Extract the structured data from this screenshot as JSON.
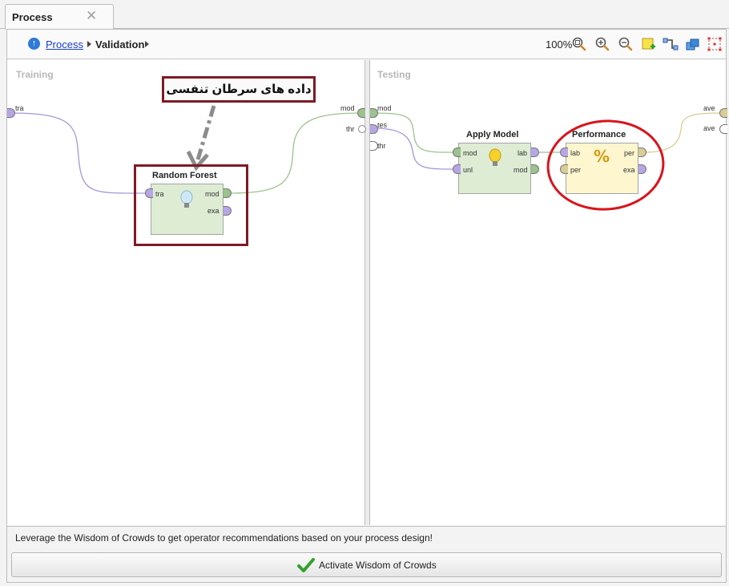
{
  "tab": {
    "title": "Process",
    "close_glyph": "✕"
  },
  "breadcrumb": {
    "icon": "up-arrow-icon",
    "items": [
      "Process",
      "Validation"
    ]
  },
  "toolbar": {
    "zoom": "100%",
    "icons": [
      "zoom-fit-icon",
      "zoom-in-icon",
      "zoom-out-icon",
      "add-note-icon",
      "auto-wire-icon",
      "arrange-icon",
      "layout-icon"
    ]
  },
  "panels": {
    "training": {
      "label": "Training",
      "left_ports": [
        "tra"
      ],
      "right_ports": [
        "mod"
      ]
    },
    "testing": {
      "label": "Testing",
      "left_ports": [
        "mod",
        "tes",
        "thr"
      ],
      "right_ports": [
        "ave",
        "ave"
      ],
      "divider_ports": [
        "thr"
      ]
    }
  },
  "operators": {
    "random_forest": {
      "title": "Random Forest",
      "inputs": [
        "tra"
      ],
      "outputs": [
        "mod",
        "exa"
      ],
      "icon": "lightbulb-icon"
    },
    "apply_model": {
      "title": "Apply Model",
      "inputs": [
        "mod",
        "unl"
      ],
      "outputs": [
        "lab",
        "mod"
      ],
      "icon": "lightbulb-icon"
    },
    "performance": {
      "title": "Performance",
      "inputs": [
        "lab",
        "per"
      ],
      "outputs": [
        "per",
        "exa"
      ],
      "icon": "percent-icon",
      "icon_glyph": "%"
    }
  },
  "annotation": {
    "text": "داده های سرطان تنفسی"
  },
  "recommendations": {
    "message": "Leverage the Wisdom of Crowds to get operator recommendations based on your process design!",
    "button_label": "Activate Wisdom of Crowds"
  },
  "colors": {
    "link": "#1a3ec9",
    "highlight": "#7f1a25",
    "circle": "#d8141c",
    "wire_purple": "#a796d6",
    "wire_green": "#9cc28e"
  }
}
